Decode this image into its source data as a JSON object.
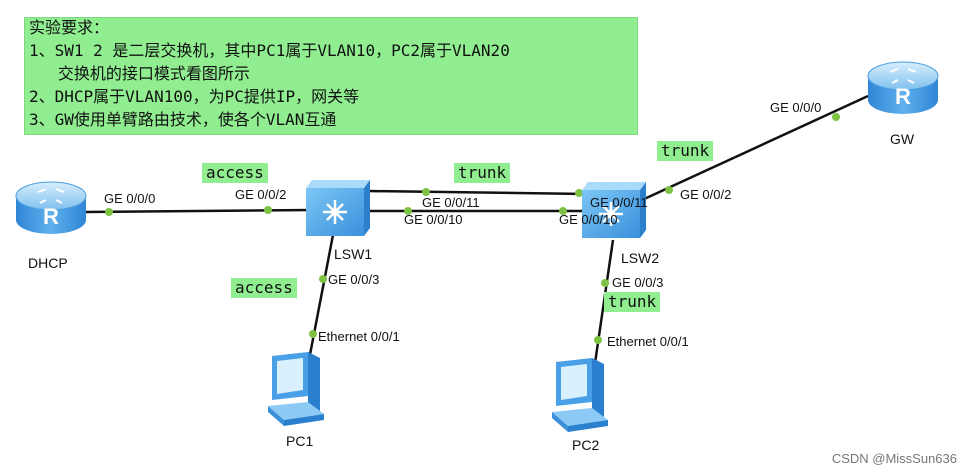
{
  "requirements": {
    "heading": "实验要求：",
    "line1": "1、SW1 2 是二层交换机，其中PC1属于VLAN10，PC2属于VLAN20",
    "line2": "   交换机的接口模式看图所示",
    "line3": "2、DHCP属于VLAN100，为PC提供IP，网关等",
    "line4": "3、GW使用单臂路由技术，使各个VLAN互通"
  },
  "devices": {
    "dhcp": "DHCP",
    "gw": "GW",
    "lsw1": "LSW1",
    "lsw2": "LSW2",
    "pc1": "PC1",
    "pc2": "PC2"
  },
  "ports": {
    "dhcp_ge000": "GE 0/0/0",
    "lsw1_ge002": "GE 0/0/2",
    "lsw1_ge0011": "GE 0/0/11",
    "lsw1_ge0010": "GE 0/0/10",
    "lsw1_ge003": "GE 0/0/3",
    "pc1_eth": "Ethernet 0/0/1",
    "lsw2_ge0011": "GE 0/0/11",
    "lsw2_ge0010": "GE 0/0/10",
    "lsw2_ge002": "GE 0/0/2",
    "lsw2_ge003": "GE 0/0/3",
    "pc2_eth": "Ethernet 0/0/1",
    "gw_ge000": "GE 0/0/0"
  },
  "link_modes": {
    "dhcp_lsw1": "access",
    "lsw1_pc1": "access",
    "lsw1_lsw2": "trunk",
    "lsw2_gw": "trunk",
    "lsw2_pc2": "trunk"
  },
  "colors": {
    "tag_bg": "#90ee90",
    "port_dot": "#7dc243",
    "device_blue": "#3a8fd9"
  },
  "watermark": "CSDN @MissSun636"
}
